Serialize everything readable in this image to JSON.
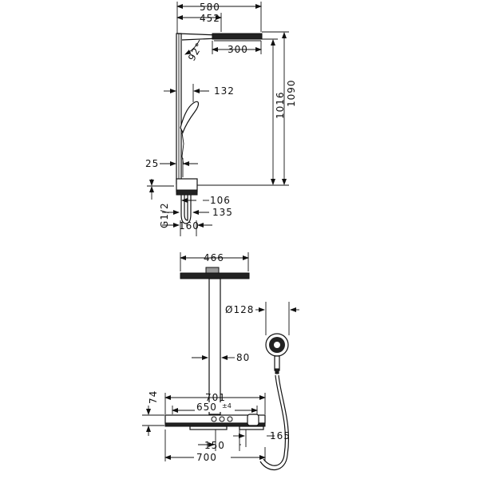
{
  "side_view": {
    "dims": {
      "overall_reach": "580",
      "arm_reach": "452",
      "head_diameter": "300",
      "arm_angle": "92°",
      "handshower_offset": "132",
      "height_head": "1016",
      "height_total": "1090",
      "wall_offset": "25",
      "connection": "G1/2",
      "outlet_height": "106",
      "lower_height": "135",
      "connection_spacing": "160"
    }
  },
  "front_view": {
    "dims": {
      "head_width": "466",
      "handshower_diameter": "Ø128",
      "pipe_width": "80",
      "shelf_width": "701",
      "thermostat_width": "650",
      "tolerance": "±4",
      "shelf_depth": "74",
      "inlet_spacing": "150",
      "hose_offset": "165",
      "total_width": "700"
    }
  }
}
